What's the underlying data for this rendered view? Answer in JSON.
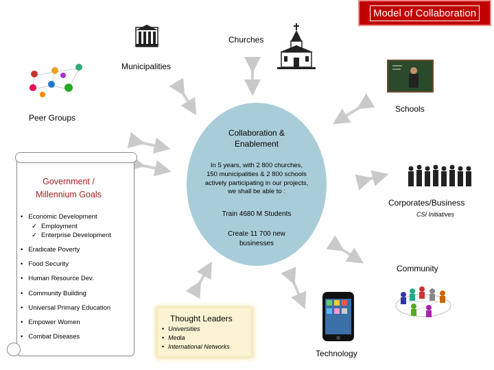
{
  "title": "Model of Collaboration",
  "nodes": {
    "churches": "Churches",
    "municipalities": "Municipalities",
    "schools": "Schools",
    "peer_groups": "Peer Groups",
    "corporates": "Corporates/Business",
    "csi": "CSI Initiatives",
    "community": "Community",
    "technology": "Technology"
  },
  "center": {
    "heading": "Collaboration & Enablement",
    "intro": "In 5 years, with 2 800 churches, 150 municipalities & 2 800 schools actively participating in our projects, we shall be able to :",
    "goal1": "Train 4680 M Students",
    "goal2": "Create 11 700 new businesses"
  },
  "government": {
    "title_line1": "Government /",
    "title_line2": "Millennium Goals",
    "first_item": "Economic Development",
    "sub_items": [
      "Employment",
      "Enterprise Development"
    ],
    "items": [
      "Eradicate Poverty",
      "Food Security",
      "Human Resource Dev.",
      "Community Building",
      "Universal Primary Education",
      "Empower Women",
      "Combat Diseases"
    ]
  },
  "thought_leaders": {
    "title": "Thought Leaders",
    "items": [
      "Universities",
      "Media",
      "International Networks"
    ]
  },
  "icons": [
    "columns-icon",
    "church-icon",
    "people-network-icon",
    "teacher-icon",
    "business-people-icon",
    "community-network-icon",
    "phone-icon"
  ],
  "colors": {
    "title_bg": "#c00000",
    "circle": "#a9cdd8",
    "gov_title": "#a02020",
    "thought_bg": "#fbf3d3"
  }
}
